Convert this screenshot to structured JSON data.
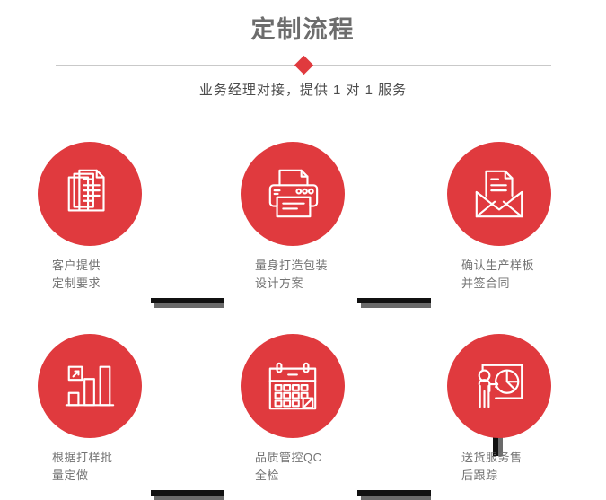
{
  "header": {
    "title": "定制流程",
    "subtitle": "业务经理对接，提供 1 对 1 服务",
    "divider_icon": "diamond-marker",
    "accent_color": "#e03a3e",
    "title_color": "#6d6d6d",
    "divider_color": "#c9c9c9"
  },
  "flow": {
    "connector_color": "#111111",
    "connector_shadow_color": "#6a6a6a",
    "steps": [
      {
        "id": "step-1",
        "icon": "documents-stack-icon",
        "label": "客户提供\n定制要求"
      },
      {
        "id": "step-2",
        "icon": "printer-icon",
        "label": "量身打造包装\n设计方案"
      },
      {
        "id": "step-3",
        "icon": "envelope-document-icon",
        "label": "确认生产样板\n并签合同"
      },
      {
        "id": "step-4",
        "icon": "bar-chart-growth-icon",
        "label": "根据打样批\n量定做"
      },
      {
        "id": "step-5",
        "icon": "calendar-icon",
        "label": "品质管控QC\n全检"
      },
      {
        "id": "step-6",
        "icon": "presentation-pie-chart-icon",
        "label": "送货服务售\n后跟踪"
      }
    ]
  }
}
